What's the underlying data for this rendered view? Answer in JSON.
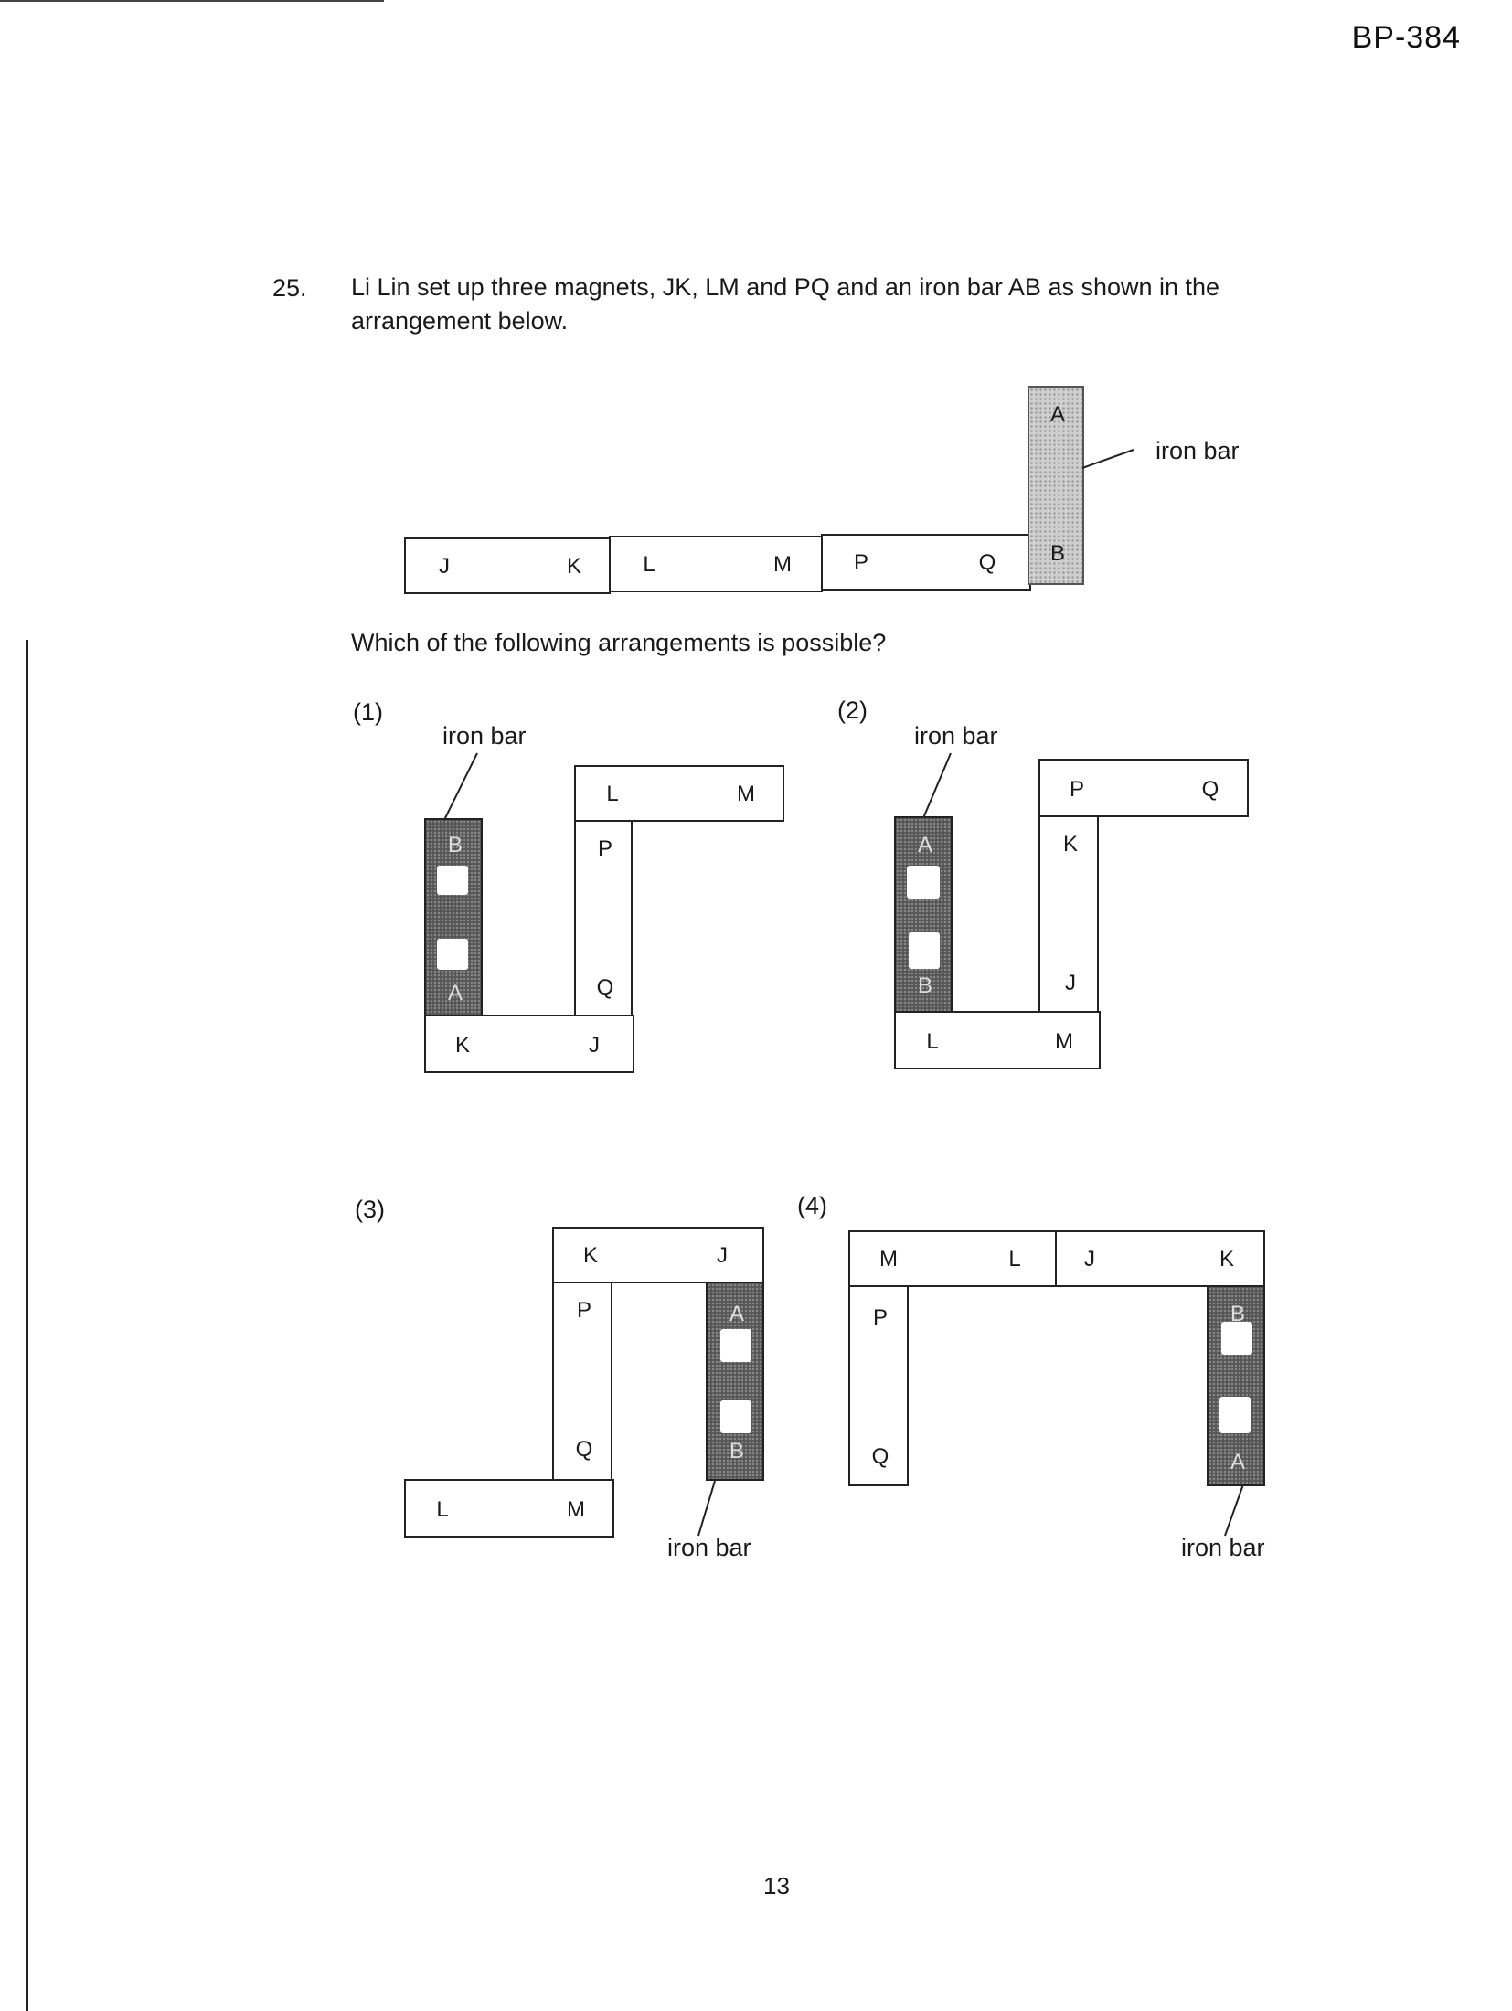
{
  "header": {
    "code": "BP-384"
  },
  "question": {
    "number": "25.",
    "text": "Li Lin set up three magnets, JK, LM and PQ and an iron bar AB as shown in the arrangement below.",
    "prompt": "Which of the following arrangements is possible?"
  },
  "iron_bar_label": "iron bar",
  "main_figure": {
    "magnets": [
      {
        "ends": [
          "J",
          "K"
        ]
      },
      {
        "ends": [
          "L",
          "M"
        ]
      },
      {
        "ends": [
          "P",
          "Q"
        ]
      }
    ],
    "iron_bar": {
      "ends": [
        "A",
        "B"
      ]
    }
  },
  "options": [
    {
      "label": "(1)",
      "magnet_top": [
        "L",
        "M"
      ],
      "magnet_vertical": [
        "P",
        "Q"
      ],
      "magnet_bottom": [
        "K",
        "J"
      ],
      "iron": [
        "B",
        "A"
      ]
    },
    {
      "label": "(2)",
      "magnet_top": [
        "P",
        "Q"
      ],
      "magnet_vertical": [
        "K",
        "J"
      ],
      "magnet_bottom": [
        "L",
        "M"
      ],
      "iron": [
        "A",
        "B"
      ]
    },
    {
      "label": "(3)",
      "magnet_top": [
        "K",
        "J"
      ],
      "magnet_vertical": [
        "P",
        "Q"
      ],
      "magnet_bottom": [
        "L",
        "M"
      ],
      "iron": [
        "A",
        "B"
      ]
    },
    {
      "label": "(4)",
      "magnet_top_left": [
        "M",
        "L"
      ],
      "magnet_top_right": [
        "J",
        "K"
      ],
      "magnet_vertical": [
        "P",
        "Q"
      ],
      "iron": [
        "B",
        "A"
      ]
    }
  ],
  "footer": {
    "page_number": "13"
  }
}
